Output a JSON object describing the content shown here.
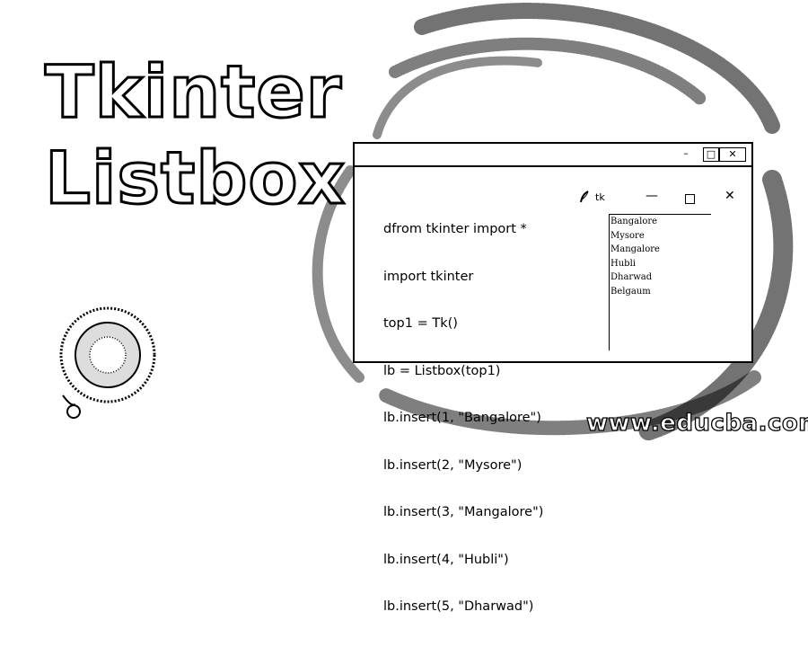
{
  "title": {
    "line1": "Tkinter",
    "line2": "Listbox"
  },
  "window": {
    "controls": {
      "minimize": "–",
      "maximize": "□",
      "close": "✕"
    }
  },
  "code": {
    "lines": [
      "dfrom tkinter import *",
      "import tkinter",
      "top1 = Tk()",
      "lb = Listbox(top1)",
      "lb.insert(1, \"Bangalore\")",
      "lb.insert(2, \"Mysore\")",
      "lb.insert(3, \"Mangalore\")",
      "lb.insert(4, \"Hubli\")",
      "lb.insert(5, \"Dharwad\")"
    ]
  },
  "tk_window": {
    "icon": "feather-icon",
    "title": "tk",
    "minimize": "—",
    "close": "✕",
    "listbox_items": [
      "Bangalore",
      "Mysore",
      "Mangalore",
      "Hubli",
      "Dharwad",
      "Belgaum"
    ]
  },
  "brand": "www.educba.com",
  "colors": {
    "ink": "#000000",
    "background": "#ffffff"
  }
}
